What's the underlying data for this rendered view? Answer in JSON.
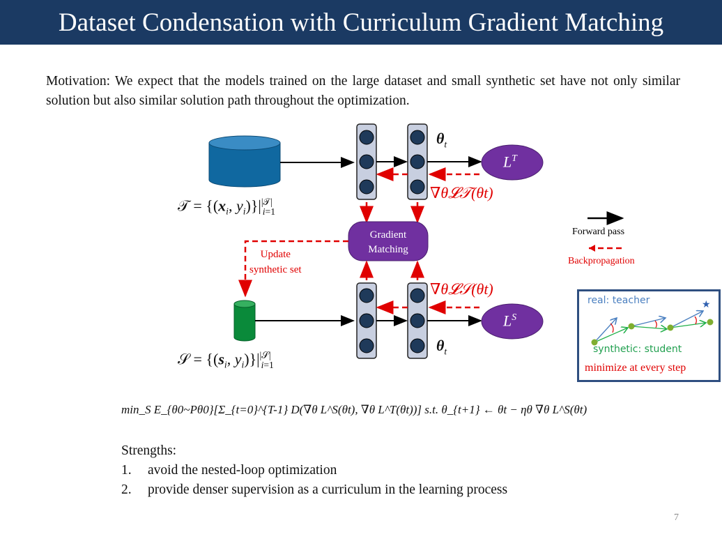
{
  "title": "Dataset Condensation with Curriculum Gradient Matching",
  "motivation": "Motivation: We expect that the models trained on the large dataset and small synthetic set have not only similar solution but also similar solution path throughout the optimization.",
  "diagram": {
    "theta_t": "θt",
    "loss_real": "LT",
    "loss_syn": "LS",
    "grad_real": "∇θ𝓛𝒯(θt)",
    "grad_syn": "∇θ𝓛𝒮(θt)",
    "real_set": "𝒯 = {(xi, yi)}|𝒯| i=1",
    "syn_set": "𝒮 = {(si, yi)}|𝒮| i=1",
    "gradient_matching": [
      "Gradient",
      "Matching"
    ],
    "update": [
      "Update",
      "synthetic  set"
    ]
  },
  "legend": {
    "forward": "Forward  pass",
    "backward": "Backpropagation"
  },
  "inset": {
    "teacher": "real: teacher",
    "student": "synthetic: student",
    "note": "minimize  at every step"
  },
  "objective": "min_S E_{θ0~Pθ0}[Σ_{t=0}^{T-1} D(∇θ L^S(θt), ∇θ L^T(θt))]  s.t.  θ_{t+1} ← θt − ηθ ∇θ L^S(θt)",
  "strengths": {
    "heading": "Strengths:",
    "items": [
      {
        "num": "1.",
        "text": "avoid the nested-loop optimization"
      },
      {
        "num": "2.",
        "text": "provide denser supervision as a curriculum in the learning process"
      }
    ]
  },
  "page_number": "7",
  "colors": {
    "title_bg": "#1b3a63",
    "purple": "#7030a0",
    "red": "#e00000",
    "blue_db": "#1068a0",
    "green_db": "#0a8a3a"
  }
}
